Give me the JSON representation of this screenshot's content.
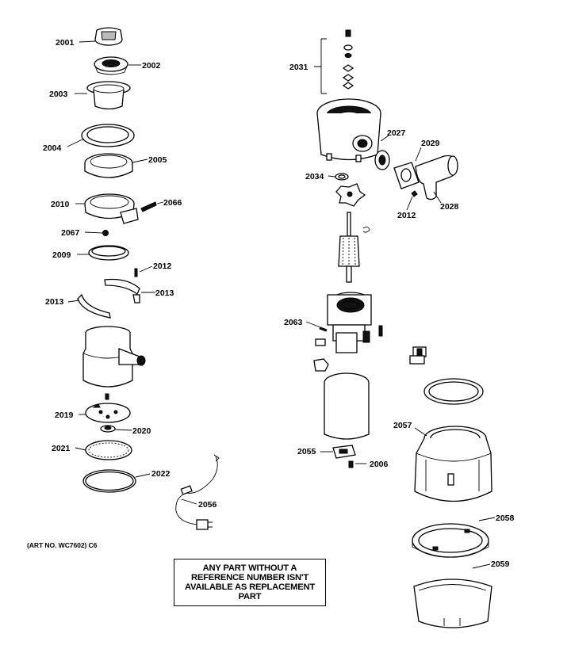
{
  "diagram": {
    "parts": [
      {
        "key": "p2001",
        "ref": "2001"
      },
      {
        "key": "p2002",
        "ref": "2002"
      },
      {
        "key": "p2003",
        "ref": "2003"
      },
      {
        "key": "p2004",
        "ref": "2004"
      },
      {
        "key": "p2005",
        "ref": "2005"
      },
      {
        "key": "p2010",
        "ref": "2010"
      },
      {
        "key": "p2066",
        "ref": "2066"
      },
      {
        "key": "p2067",
        "ref": "2067"
      },
      {
        "key": "p2009",
        "ref": "2009"
      },
      {
        "key": "p2012a",
        "ref": "2012"
      },
      {
        "key": "p2013a",
        "ref": "2013"
      },
      {
        "key": "p2013b",
        "ref": "2013"
      },
      {
        "key": "p2019",
        "ref": "2019"
      },
      {
        "key": "p2020",
        "ref": "2020"
      },
      {
        "key": "p2021",
        "ref": "2021"
      },
      {
        "key": "p2022",
        "ref": "2022"
      },
      {
        "key": "p2056",
        "ref": "2056"
      },
      {
        "key": "p2031",
        "ref": "2031"
      },
      {
        "key": "p2027",
        "ref": "2027"
      },
      {
        "key": "p2029",
        "ref": "2029"
      },
      {
        "key": "p2034",
        "ref": "2034"
      },
      {
        "key": "p2012b",
        "ref": "2012"
      },
      {
        "key": "p2028",
        "ref": "2028"
      },
      {
        "key": "p2063",
        "ref": "2063"
      },
      {
        "key": "p2057",
        "ref": "2057"
      },
      {
        "key": "p2055",
        "ref": "2055"
      },
      {
        "key": "p2006",
        "ref": "2006"
      },
      {
        "key": "p2058",
        "ref": "2058"
      },
      {
        "key": "p2059",
        "ref": "2059"
      }
    ],
    "art_number": "(ART NO. WC7602) C6",
    "notice_lines": [
      "ANY PART WITHOUT A",
      "REFERENCE NUMBER ISN'T",
      "AVAILABLE AS REPLACEMENT",
      "PART"
    ]
  }
}
